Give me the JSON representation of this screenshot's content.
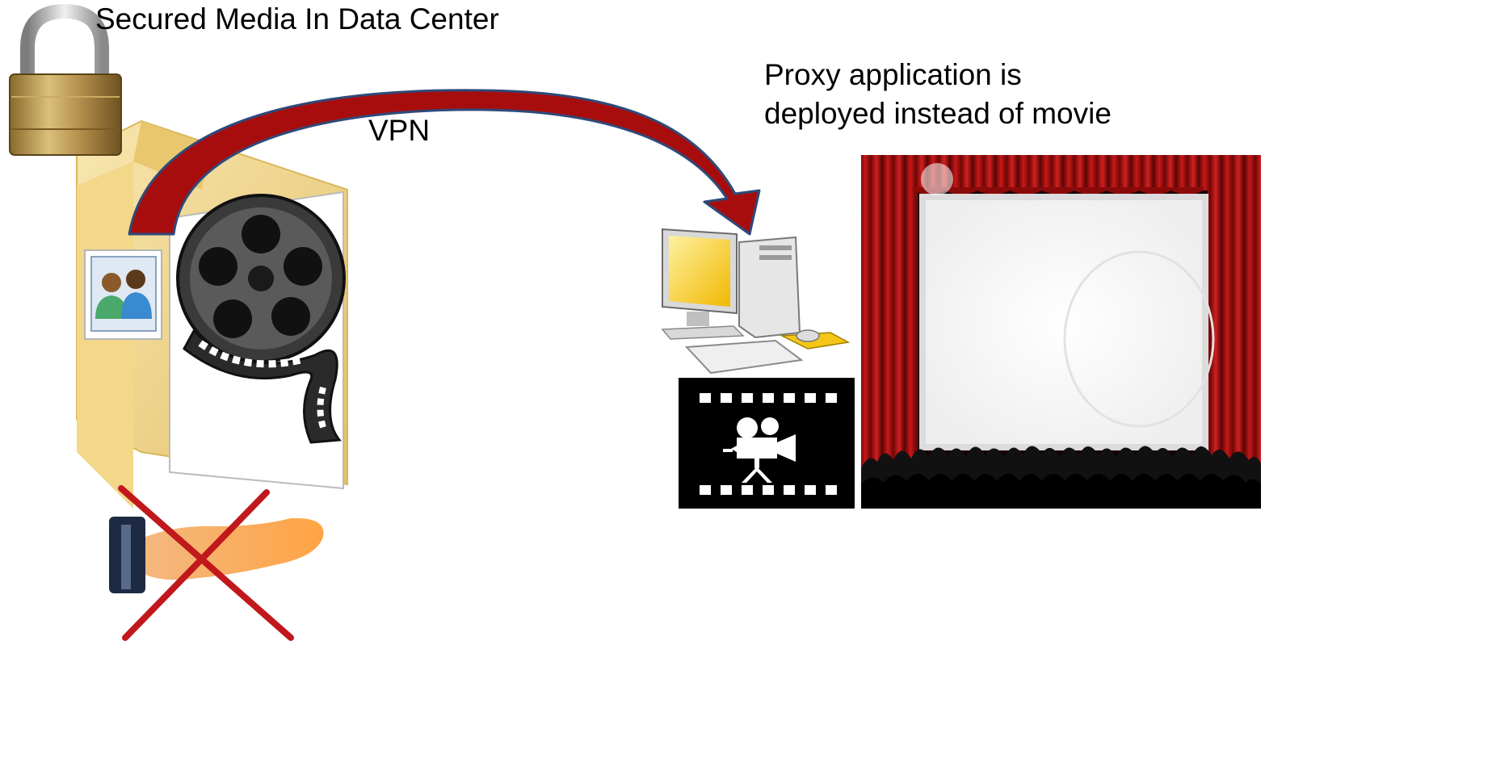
{
  "labels": {
    "secured_media": "Secured Media In Data Center",
    "vpn": "VPN",
    "proxy_line1": "Proxy application is",
    "proxy_line2": "deployed instead of movie"
  },
  "icons": [
    "padlock-icon",
    "folder-icon",
    "users-icon",
    "film-reel-icon",
    "hand-icon",
    "cross-icon",
    "vpn-arrow",
    "computer-icon",
    "movie-camera-icon",
    "theater-icon"
  ],
  "colors": {
    "arrow_fill": "#a80d0d",
    "arrow_outline": "#2e4a7a",
    "cross": "#c0181c",
    "curtain": "#b50f0f",
    "folder": "#f0d690",
    "monitor_screen": "#f7c400",
    "mouse_pad": "#f5c518"
  }
}
